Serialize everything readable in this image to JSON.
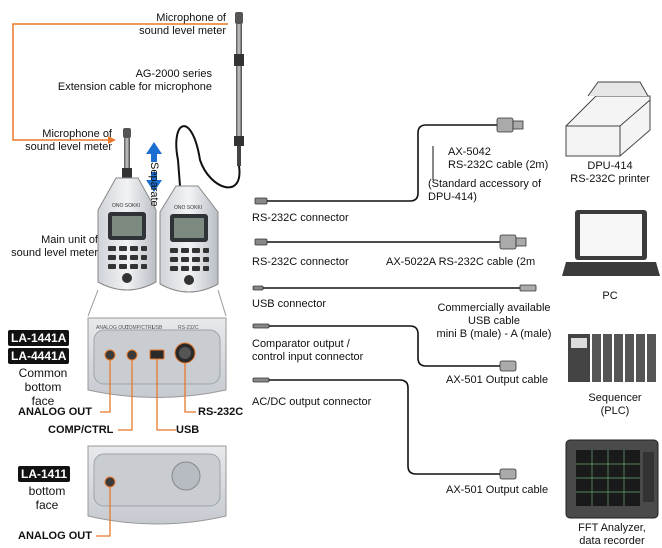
{
  "labels": {
    "mic_top": "Microphone of\nsound level meter",
    "extension": "AG-2000 series\nExtension cable for microphone",
    "mic_left": "Microphone of\nsound level meter",
    "separate": "Separate",
    "main_unit": "Main unit of\nsound level meter",
    "rs232c_connector_1": "RS-232C connector",
    "rs232c_connector_2": "RS-232C connector",
    "usb_connector": "USB connector",
    "comparator_connector": "Comparator output /\ncontrol input connector",
    "acdc_connector": "AC/DC output connector",
    "ax5042": "AX-5042\nRS-232C cable (2m)",
    "standard_accessory": "(Standard accessory of\nDPU-414)",
    "ax5022a": "AX-5022A RS-232C cable (2m",
    "usb_cable": "Commercially available\nUSB cable\nmini B (male) - A (male)",
    "ax501_1": "AX-501 Output cable",
    "ax501_2": "AX-501 Output cable",
    "dpu414": "DPU-414\nRS-232C printer",
    "pc": "PC",
    "sequencer": "Sequencer\n(PLC)",
    "fft": "FFT Analyzer,\ndata recorder",
    "badge_la1441a": "LA-1441A",
    "badge_la4441a": "LA-4441A",
    "common_bottom": "Common\nbottom\nface",
    "badge_la1411": "LA-1411",
    "bottom_face": "bottom\nface",
    "analog_out_1": "ANALOG OUT",
    "comp_ctrl": "COMP/CTRL",
    "usb_label": "USB",
    "rs232c_label": "RS-232C",
    "analog_out_2": "ANALOG OUT",
    "panel_analog": "ANALOG OUT",
    "panel_comp": "COMP/CTRL",
    "panel_usb": "USB",
    "panel_rs232c": "RS-232C",
    "brand_1": "ONO SOKKI",
    "brand_2": "ONO SOKKI"
  },
  "colors": {
    "orange": "#e8782a",
    "blue": "#1a6fd1",
    "cable": "#111111",
    "device_gray": "#9aa0a8"
  }
}
